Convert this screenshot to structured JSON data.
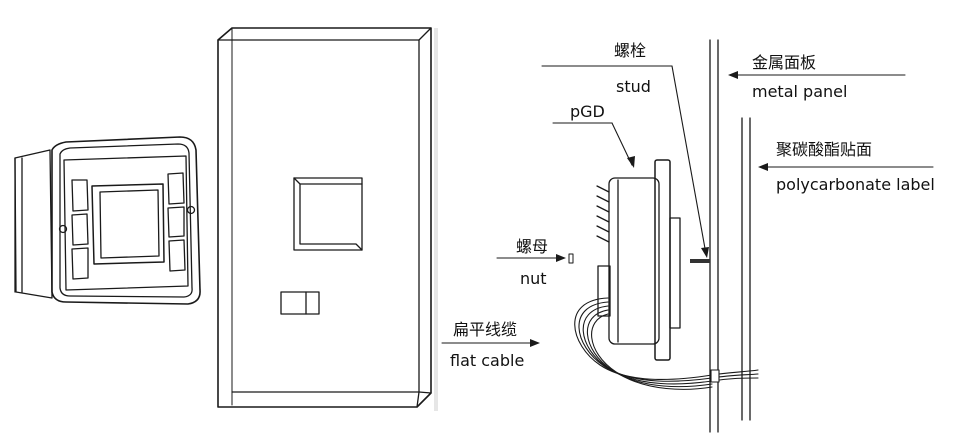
{
  "labels": {
    "stud_cn": "螺栓",
    "stud_en": "stud",
    "pgd": "pGD",
    "nut_cn": "螺母",
    "nut_en": "nut",
    "flat_cable_cn": "扁平线缆",
    "flat_cable_en": "flat cable",
    "metal_panel_cn": "金属面板",
    "metal_panel_en": "metal panel",
    "polycarbonate_cn": "聚碳酸酯贴面",
    "polycarbonate_en": "polycarbonate label"
  },
  "colors": {
    "line": "#1a1a1a",
    "panel_shade": "#e6e6e6",
    "device_dark": "#333333"
  }
}
